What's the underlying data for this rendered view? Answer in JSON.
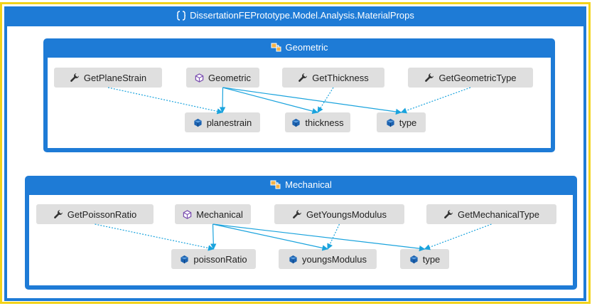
{
  "namespace": {
    "title": "DissertationFEPrototype.Model.Analysis.MaterialProps",
    "icon": "namespace-braces-icon"
  },
  "colors": {
    "frame_border": "#f2d31b",
    "accent": "#1e7bd6",
    "node_fill": "#dfdfdf",
    "edge": "#1aa3dd"
  },
  "groups": [
    {
      "title": "Geometric",
      "icon": "class-diagram-icon",
      "nodes": [
        {
          "id": "g_getplanestrain",
          "label": "GetPlaneStrain",
          "kind": "method"
        },
        {
          "id": "g_geometric",
          "label": "Geometric",
          "kind": "constructor"
        },
        {
          "id": "g_getthickness",
          "label": "GetThickness",
          "kind": "method"
        },
        {
          "id": "g_getgeometrictype",
          "label": "GetGeometricType",
          "kind": "method"
        },
        {
          "id": "g_planestrain",
          "label": "planestrain",
          "kind": "field"
        },
        {
          "id": "g_thickness",
          "label": "thickness",
          "kind": "field"
        },
        {
          "id": "g_type",
          "label": "type",
          "kind": "field"
        }
      ],
      "edges": [
        {
          "from": "g_getplanestrain",
          "to": "g_planestrain",
          "style": "dotted"
        },
        {
          "from": "g_geometric",
          "to": "g_planestrain",
          "style": "solid"
        },
        {
          "from": "g_geometric",
          "to": "g_thickness",
          "style": "solid"
        },
        {
          "from": "g_geometric",
          "to": "g_type",
          "style": "solid"
        },
        {
          "from": "g_getthickness",
          "to": "g_thickness",
          "style": "dotted"
        },
        {
          "from": "g_getgeometrictype",
          "to": "g_type",
          "style": "dotted"
        }
      ]
    },
    {
      "title": "Mechanical",
      "icon": "class-diagram-icon",
      "nodes": [
        {
          "id": "m_getpoissonratio",
          "label": "GetPoissonRatio",
          "kind": "method"
        },
        {
          "id": "m_mechanical",
          "label": "Mechanical",
          "kind": "constructor"
        },
        {
          "id": "m_getyoungsmodulus",
          "label": "GetYoungsModulus",
          "kind": "method"
        },
        {
          "id": "m_getmechanicaltype",
          "label": "GetMechanicalType",
          "kind": "method"
        },
        {
          "id": "m_poissonratio",
          "label": "poissonRatio",
          "kind": "field"
        },
        {
          "id": "m_youngsmodulus",
          "label": "youngsModulus",
          "kind": "field"
        },
        {
          "id": "m_type",
          "label": "type",
          "kind": "field"
        }
      ],
      "edges": [
        {
          "from": "m_getpoissonratio",
          "to": "m_poissonratio",
          "style": "dotted"
        },
        {
          "from": "m_mechanical",
          "to": "m_poissonratio",
          "style": "solid"
        },
        {
          "from": "m_mechanical",
          "to": "m_youngsmodulus",
          "style": "solid"
        },
        {
          "from": "m_mechanical",
          "to": "m_type",
          "style": "solid"
        },
        {
          "from": "m_getyoungsmodulus",
          "to": "m_youngsmodulus",
          "style": "dotted"
        },
        {
          "from": "m_getmechanicaltype",
          "to": "m_type",
          "style": "dotted"
        }
      ]
    }
  ]
}
